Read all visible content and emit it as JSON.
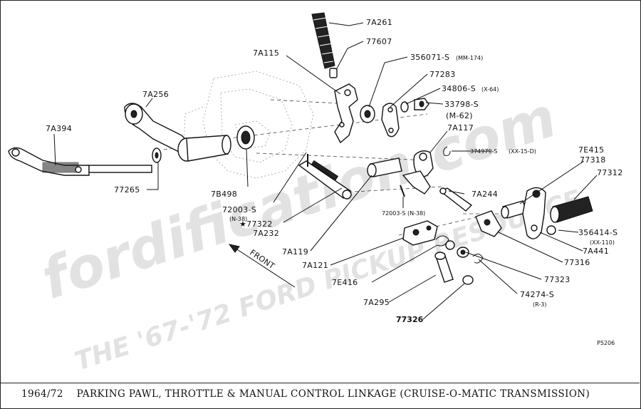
{
  "figure": {
    "code": "P5206",
    "caption_year": "1964/72",
    "caption_text": "PARKING PAWL, THROTTLE & MANUAL CONTROL LINKAGE (CRUISE-O-MATIC TRANSMISSION)",
    "direction_label": "FRONT"
  },
  "watermark": {
    "line1": "fordification.com",
    "line2": "THE '67-'72 FORD PICKUP RESOURCE"
  },
  "callouts": [
    {
      "id": "7A261",
      "text": "7A261"
    },
    {
      "id": "77607",
      "text": "77607"
    },
    {
      "id": "7A115",
      "text": "7A115"
    },
    {
      "id": "356071-S",
      "text": "356071-S",
      "note": "(MM-174)"
    },
    {
      "id": "77283",
      "text": "77283"
    },
    {
      "id": "34806-S",
      "text": "34806-S",
      "note": "(X-64)"
    },
    {
      "id": "33798-S",
      "text": "33798-S",
      "note": "(M-62)"
    },
    {
      "id": "7A256",
      "text": "7A256"
    },
    {
      "id": "7A117",
      "text": "7A117"
    },
    {
      "id": "374979-S",
      "text": "374979-S",
      "note": "(XX-15-D)"
    },
    {
      "id": "7A394",
      "text": "7A394"
    },
    {
      "id": "7E415",
      "text": "7E415"
    },
    {
      "id": "77318",
      "text": "77318"
    },
    {
      "id": "77312",
      "text": "77312"
    },
    {
      "id": "77265",
      "text": "77265"
    },
    {
      "id": "7B498",
      "text": "7B498"
    },
    {
      "id": "7A244",
      "text": "7A244"
    },
    {
      "id": "72003-S-left",
      "text": "72003-S",
      "note": "(N-38)"
    },
    {
      "id": "72003-S-right",
      "text": "72003-S",
      "note": "(N-38)"
    },
    {
      "id": "77322",
      "text": "★77322"
    },
    {
      "id": "7A232",
      "text": "7A232"
    },
    {
      "id": "356414-S",
      "text": "356414-S",
      "note": "(XX-110)"
    },
    {
      "id": "7A441",
      "text": "7A441"
    },
    {
      "id": "7A119",
      "text": "7A119"
    },
    {
      "id": "7A121",
      "text": "7A121"
    },
    {
      "id": "77316",
      "text": "77316"
    },
    {
      "id": "77323",
      "text": "77323"
    },
    {
      "id": "7E416",
      "text": "7E416"
    },
    {
      "id": "74274-S",
      "text": "74274-S",
      "note": "(R-3)"
    },
    {
      "id": "7A295",
      "text": "7A295"
    },
    {
      "id": "77326",
      "text": "77326"
    }
  ]
}
